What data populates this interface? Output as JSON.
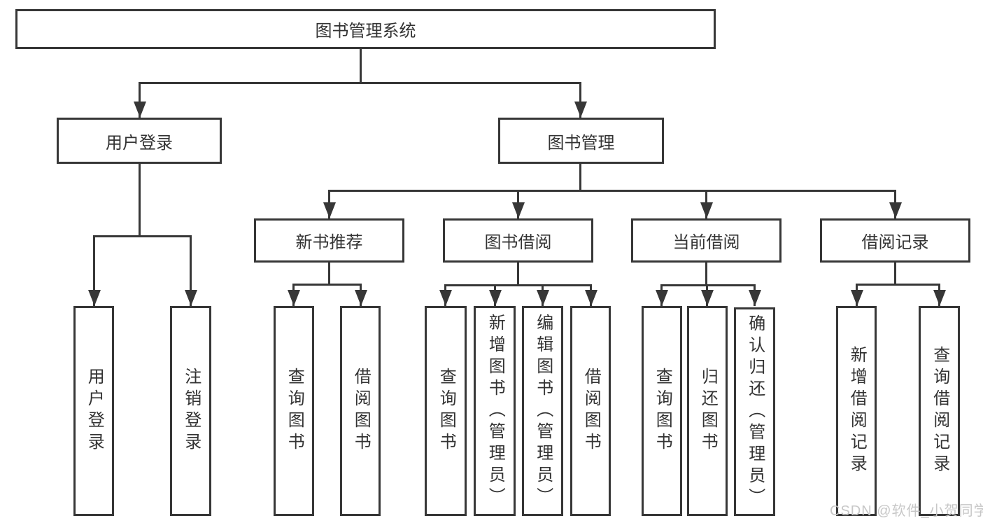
{
  "root": {
    "label": "图书管理系统"
  },
  "branches": {
    "user": {
      "label": "用户登录",
      "leaves": [
        {
          "label": "用户登录"
        },
        {
          "label": "注销登录"
        }
      ]
    },
    "book": {
      "label": "图书管理",
      "groups": [
        {
          "label": "新书推荐",
          "leaves": [
            {
              "label": "查询图书"
            },
            {
              "label": "借阅图书"
            }
          ]
        },
        {
          "label": "图书借阅",
          "leaves": [
            {
              "label": "查询图书"
            },
            {
              "label": "新增图书（管理员）"
            },
            {
              "label": "编辑图书（管理员）"
            },
            {
              "label": "借阅图书"
            }
          ]
        },
        {
          "label": "当前借阅",
          "leaves": [
            {
              "label": "查询图书"
            },
            {
              "label": "归还图书"
            },
            {
              "label": "确认归还（管理员）"
            }
          ]
        },
        {
          "label": "借阅记录",
          "leaves": [
            {
              "label": "新增借阅记录"
            },
            {
              "label": "查询借阅记录"
            }
          ]
        }
      ]
    }
  },
  "watermark": {
    "text": "CSDN @软件_小贺同学"
  },
  "colors": {
    "line": "#373737",
    "text": "#333333",
    "background": "#ffffff",
    "watermark": "#c7c7c7"
  }
}
